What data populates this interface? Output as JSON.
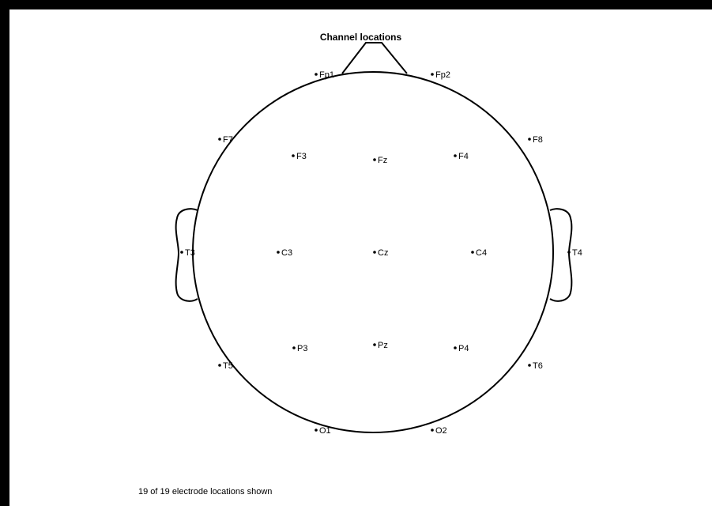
{
  "title": "Channel locations",
  "footer": "19 of 19 electrode locations shown",
  "colors": {
    "background": "#000000",
    "panel": "#ffffff",
    "ink": "#000000"
  },
  "electrodes": [
    {
      "label": "Fp1"
    },
    {
      "label": "Fp2"
    },
    {
      "label": "F7"
    },
    {
      "label": "F3"
    },
    {
      "label": "Fz"
    },
    {
      "label": "F4"
    },
    {
      "label": "F8"
    },
    {
      "label": "T3"
    },
    {
      "label": "C3"
    },
    {
      "label": "Cz"
    },
    {
      "label": "C4"
    },
    {
      "label": "T4"
    },
    {
      "label": "T5"
    },
    {
      "label": "P3"
    },
    {
      "label": "Pz"
    },
    {
      "label": "P4"
    },
    {
      "label": "T6"
    },
    {
      "label": "O1"
    },
    {
      "label": "O2"
    }
  ]
}
